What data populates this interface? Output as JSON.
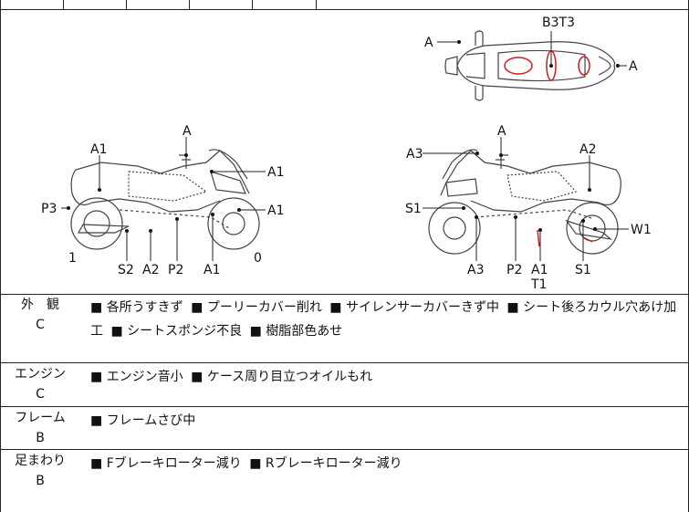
{
  "diagram": {
    "top_view": {
      "labels": {
        "front_left": "A",
        "rear_right": "A",
        "seat": "B3T3"
      }
    },
    "left_view": {
      "labels": {
        "mirror": "A",
        "rear_cowl": "A1",
        "tail": "P3",
        "front_cowl_top": "A1",
        "front_fender": "A1",
        "rear_wheel_no": "1",
        "front_wheel_no": "0",
        "muffler": "S2",
        "step_rear": "A2",
        "side_cover": "P2",
        "front_lower": "A1"
      }
    },
    "right_view": {
      "labels": {
        "mirror": "A",
        "windscreen": "A3",
        "rear_cowl": "A2",
        "front_fork": "S1",
        "rear_wheel": "W1",
        "front_lower": "A3",
        "side_cover": "P2",
        "step": "A1",
        "step_sub": "T1",
        "rear_suspension": "S1"
      }
    }
  },
  "sections": [
    {
      "category": "外　観",
      "grade": "C",
      "notes": [
        "各所うすきず",
        "プーリーカバー削れ",
        "サイレンサーカバーきず中",
        "シート後ろカウル穴あけ加工",
        "シートスポンジ不良",
        "樹脂部色あせ"
      ]
    },
    {
      "category": "エンジン",
      "grade": "C",
      "notes": [
        "エンジン音小",
        "ケース周り目立つオイルもれ"
      ]
    },
    {
      "category": "フレーム",
      "grade": "B",
      "notes": [
        "フレームさび中"
      ]
    },
    {
      "category": "足まわり",
      "grade": "B",
      "notes": [
        "Fブレーキローター減り",
        "Rブレーキローター減り"
      ]
    }
  ],
  "colors": {
    "line": "#222222",
    "damage_mark": "#cc1f1f",
    "outline": "#444444"
  }
}
